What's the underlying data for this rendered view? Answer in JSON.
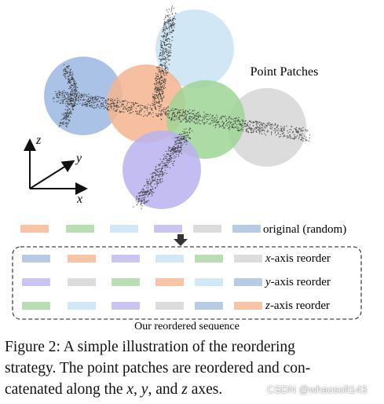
{
  "figure": {
    "point_patches_label": "Point Patches",
    "axes": {
      "z": "z",
      "y": "y",
      "x": "x"
    },
    "patch_colors": {
      "orange": "#f7c5a5",
      "green": "#b9deb3",
      "lightblue": "#d3e8f7",
      "purple": "#c9c5f0",
      "gray": "#dcdcdc",
      "steelblue": "#b7cbe4"
    },
    "circles": [
      {
        "name": "circle-blue",
        "color": "#9bb7e0"
      },
      {
        "name": "circle-lightblue",
        "color": "#c9e3f5"
      },
      {
        "name": "circle-orange",
        "color": "#f5b58f"
      },
      {
        "name": "circle-green",
        "color": "#9fd596"
      },
      {
        "name": "circle-gray",
        "color": "#d6d6d6"
      },
      {
        "name": "circle-purple",
        "color": "#b8b2ee"
      }
    ],
    "rows": [
      {
        "label": "original (random)",
        "colors": [
          "orange",
          "green",
          "lightblue",
          "purple",
          "gray",
          "steelblue"
        ]
      },
      {
        "label_axis": "x",
        "label_rest": "-axis reorder",
        "colors": [
          "steelblue",
          "orange",
          "purple",
          "lightblue",
          "green",
          "gray"
        ]
      },
      {
        "label_axis": "y",
        "label_rest": "-axis reorder",
        "colors": [
          "purple",
          "gray",
          "green",
          "orange",
          "lightblue",
          "steelblue"
        ]
      },
      {
        "label_axis": "z",
        "label_rest": "-axis reorder",
        "colors": [
          "green",
          "lightblue",
          "purple",
          "gray",
          "steelblue",
          "orange"
        ]
      }
    ],
    "sequence_label": "Our reordered sequence"
  },
  "caption": {
    "prefix": "Figure 2:",
    "line1": " A simple illustration of the reordering",
    "line2": "strategy. The point patches are reordered and con-",
    "line3a": "catenated along the ",
    "x": "x",
    "comma1": ", ",
    "y": "y",
    "and": ", and ",
    "z": "z",
    "line3b": " axes."
  },
  "watermark": "CSDN @whaosoft143"
}
